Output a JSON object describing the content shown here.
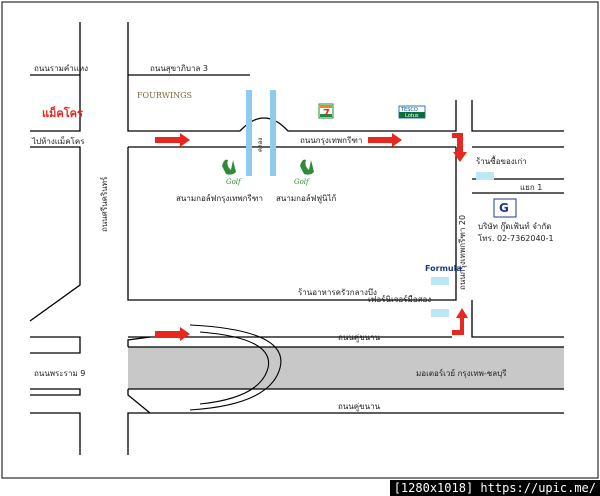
{
  "labels": {
    "road_ramkhamhaeng": "ถนนรามคำแหง",
    "soi_sukhaphiban3": "ถนนสุขาภิบาล 3",
    "to_bangkapi": "ไปห้างแม็คโคร",
    "road_krungthep_kreetha": "ถนนกรุงเทพกรีฑา",
    "road_srinakarin": "ถนนศรีนครินทร์",
    "road_kudan": "ถนนคู่ขนาน",
    "road_kudan_bottom": "ถนนคู่ขนาน",
    "road_rama9": "ถนนพระราม 9",
    "motorway": "มอเตอร์เวย์ กรุงเทพ-ชลบุรี",
    "golf_krungthep": "สนามกอล์ฟกรุงเทพกรีฑา",
    "golf_fuwilai": "สนามกอล์ฟฟูนิไก้",
    "restaurant": "ร้านอาหารครัวกลางบึง",
    "furniture": "เฟอร์นิเจอร์มือสอง",
    "soi20": "ถนนกรุงเทพกรีฑา 20",
    "shop": "ร้านซื้อของเก่า",
    "intersection": "แยก 1",
    "company": "บริษัท กู๊ดเฟ้นท์ จำกัด",
    "phone": "โทร. 02-7362040-1",
    "canal": "คลอง",
    "golf_word_1": "Golf",
    "golf_word_2": "Golf",
    "formula": "Formula",
    "company_logo_letter": "G",
    "seven_eleven": "7",
    "tesco": "TESCO",
    "tesco_sub": "Lotus",
    "makro": "แม็คโคร",
    "fourwings": "FOURWINGS"
  },
  "footer": "[1280x1018] https://upic.me/",
  "colors": {
    "arrow": "#e8271e",
    "canal": "#8ecbef",
    "motorway": "#c8c8c8",
    "road_line": "#000000",
    "pool": "#bfe6f5",
    "golf_green": "#2e8b3a"
  },
  "icons": [
    "arrow-right-icon",
    "arrow-down-icon",
    "golf-icon",
    "seven-eleven-logo",
    "tesco-lotus-logo",
    "makro-logo",
    "company-logo",
    "formula-logo"
  ]
}
